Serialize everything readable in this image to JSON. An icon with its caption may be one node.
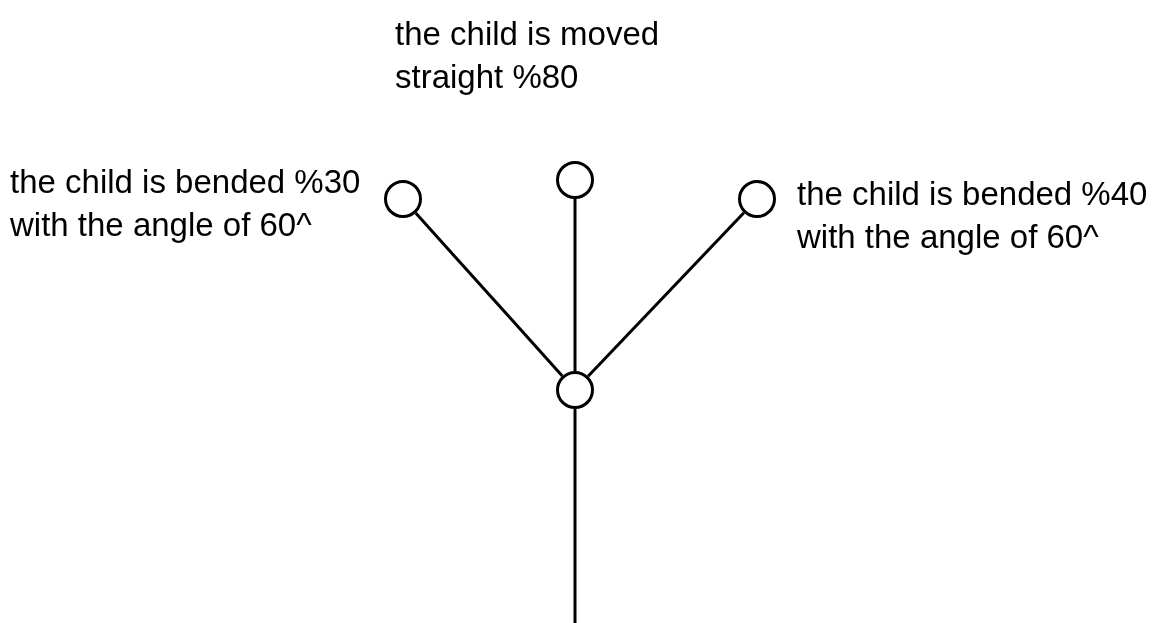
{
  "diagram": {
    "nodes": [
      {
        "text": [],
        "shape": "circle",
        "beside": [
          "the child is bended %30 with the angle of 60^"
        ]
      },
      {
        "text": [],
        "shape": "circle",
        "beside": [
          "the child is moved straight %80"
        ]
      },
      {
        "text": [],
        "shape": "circle",
        "beside": [
          "the child is bended %40 with the angle of 60^"
        ]
      },
      {
        "text": [],
        "shape": "circle"
      }
    ],
    "edges": [
      {
        "from": null,
        "to": 3,
        "arrow": "none"
      },
      {
        "from": 3,
        "to": 0,
        "arrow": "none"
      },
      {
        "from": 3,
        "to": 1,
        "arrow": "none"
      },
      {
        "from": 3,
        "to": 2,
        "arrow": "none"
      }
    ]
  }
}
